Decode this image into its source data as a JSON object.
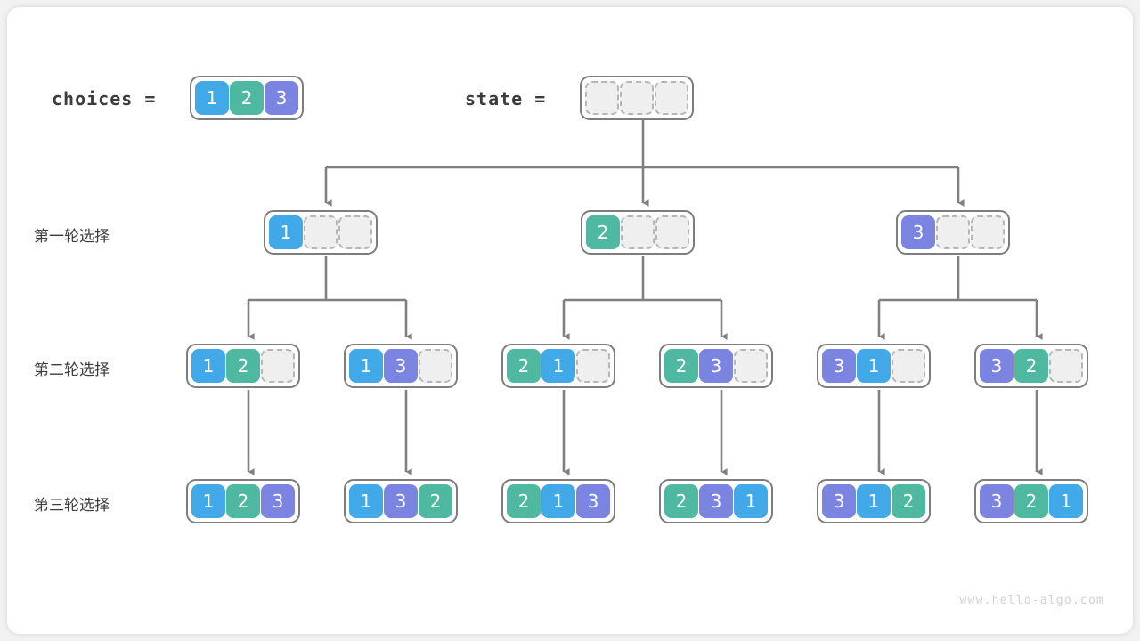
{
  "figure": {
    "title": "permutation backtracking tree",
    "watermark": "www.hello-algo.com"
  },
  "colors": {
    "value_1": "#41a9e8",
    "value_2": "#4fb8a0",
    "value_3": "#7b84e0",
    "empty_fill": "#efefef",
    "empty_border": "#b6b6b6",
    "node_border": "#7d7d7d",
    "wire": "#808080",
    "text": "#3c3c3c",
    "watermark": "#d2d2d2",
    "card": "#ffffff",
    "background": "#f2f2f2"
  },
  "header": {
    "choices_label": "choices =",
    "choices_cells": [
      "1",
      "2",
      "3"
    ],
    "state_label": "state =",
    "state_cells": [
      "",
      "",
      ""
    ]
  },
  "rows": [
    {
      "label": "第一轮选择",
      "nodes": [
        {
          "cells": [
            "1",
            "",
            ""
          ]
        },
        {
          "cells": [
            "2",
            "",
            ""
          ]
        },
        {
          "cells": [
            "3",
            "",
            ""
          ]
        }
      ]
    },
    {
      "label": "第二轮选择",
      "nodes": [
        {
          "cells": [
            "1",
            "2",
            ""
          ]
        },
        {
          "cells": [
            "1",
            "3",
            ""
          ]
        },
        {
          "cells": [
            "2",
            "1",
            ""
          ]
        },
        {
          "cells": [
            "2",
            "3",
            ""
          ]
        },
        {
          "cells": [
            "3",
            "1",
            ""
          ]
        },
        {
          "cells": [
            "3",
            "2",
            ""
          ]
        }
      ]
    },
    {
      "label": "第三轮选择",
      "nodes": [
        {
          "cells": [
            "1",
            "2",
            "3"
          ]
        },
        {
          "cells": [
            "1",
            "3",
            "2"
          ]
        },
        {
          "cells": [
            "2",
            "1",
            "3"
          ]
        },
        {
          "cells": [
            "2",
            "3",
            "1"
          ]
        },
        {
          "cells": [
            "3",
            "1",
            "2"
          ]
        },
        {
          "cells": [
            "3",
            "2",
            "1"
          ]
        }
      ]
    }
  ]
}
